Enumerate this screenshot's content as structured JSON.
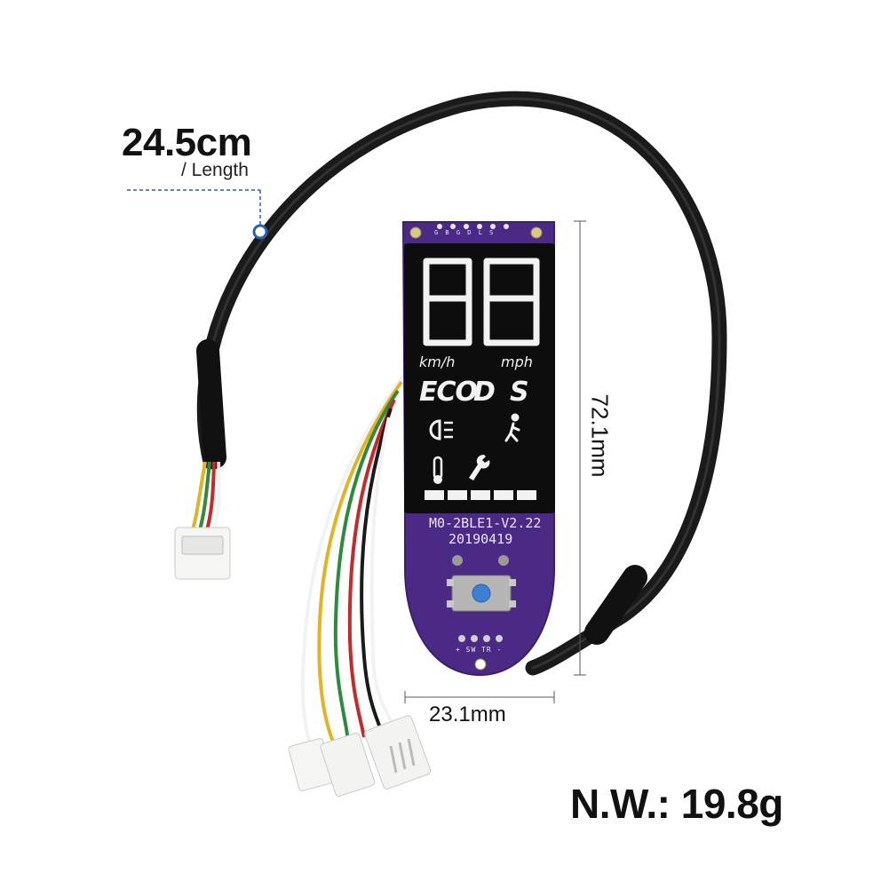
{
  "dimensions": {
    "cable_length": "24.5cm",
    "cable_length_label": "/ Length",
    "board_height": "72.1mm",
    "board_width": "23.1mm",
    "net_weight": "N.W.: 19.8g"
  },
  "display": {
    "digits": "88",
    "unit_left": "km/h",
    "unit_right": "mph",
    "modes": [
      "ECO",
      "D",
      "S"
    ],
    "icons": [
      "headlight-icon",
      "walk-icon",
      "temperature-icon",
      "wrench-icon"
    ],
    "battery_segments": 5
  },
  "pcb": {
    "model": "M0-2BLE1-V2.22",
    "date": "20190419",
    "bottom_pin_labels": "+ SW TR -",
    "top_pin_labels": "G B G D L S"
  },
  "colors": {
    "pcb": "#4b2a86",
    "lcd": "#0d0d0d",
    "cable": "#1a1a1a",
    "guide_line": "#2f5fa8",
    "wire_red": "#c8282a",
    "wire_green": "#2e8b3e",
    "wire_yellow": "#e3b323",
    "wire_white": "#f2f2f2"
  }
}
